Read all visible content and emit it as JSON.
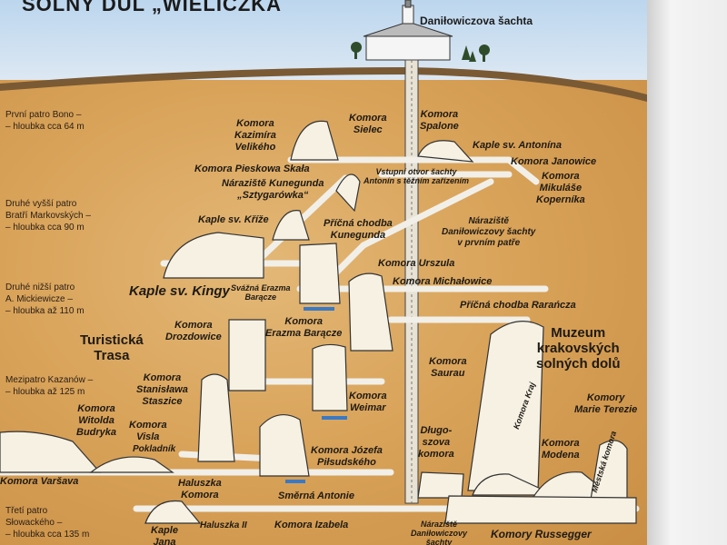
{
  "title": "SOLNÝ DŮL „WIELICZKA",
  "shaft_title": "Daniłowiczova šachta",
  "levels": [
    {
      "line1": "První patro Bono –",
      "line2": "– hloubka cca 64 m"
    },
    {
      "line1": "Druhé vyšší patro",
      "line2": "Bratří Markovských –",
      "line3": "– hloubka cca 90 m"
    },
    {
      "line1": "Druhé nižší patro",
      "line2": "A. Mickiewicze –",
      "line3": "– hloubka až 110 m"
    },
    {
      "line1": "Mezipatro Kazanów –",
      "line2": "– hloubka až 125 m"
    },
    {
      "line1": "Třetí patro",
      "line2": "Słowackého –",
      "line3": "– hloubka cca 135 m"
    }
  ],
  "labels": {
    "komora_kazimira": "Komora\nKazimíra\nVelikého",
    "komora_sielec": "Komora\nSielec",
    "komora_spalone": "Komora\nSpalone",
    "kaple_antonina": "Kaple sv. Antonína",
    "komora_janowice": "Komora Janowice",
    "komora_mikulase": "Komora\nMikuláše\nKoperníka",
    "komora_pieskowa": "Komora Pieskowa Skała",
    "narazisti_kunegunda": "Náraziště Kunegunda\n„Sztygarówka“",
    "vstupni_otvor": "Vstupní otvor šachty\nAntonín s těžním zařízením",
    "kaple_krize": "Kaple sv. Kříže",
    "pricna_kunegunda": "Příčná chodba\nKunegunda",
    "narazisti_danilowicz": "Náraziště\nDaniłowiczovy šachty\nv prvním patře",
    "komora_urszula": "Komora Urszula",
    "kaple_kingy": "Kaple sv. Kingy",
    "svazna_erazma": "Svážná Erazma\nBarącze",
    "komora_michalowice": "Komora Michałowice",
    "pricna_raranca": "Příčná chodba Rarańcza",
    "komora_drozdowice": "Komora\nDrozdowice",
    "komora_erazma": "Komora\nErazma Barącze",
    "turisticka_trasa": "Turistická\nTrasa",
    "muzeum": "Muzeum\nkrakovských\nsolných dolů",
    "komora_saurau": "Komora\nSaurau",
    "komora_stanislawa": "Komora\nStanisława\nStaszice",
    "komora_weimar": "Komora\nWeimar",
    "komora_marie": "Komory\nMarie Terezie",
    "komora_witolda": "Komora\nWitolda\nBudryka",
    "komora_visla": "Komora\nVisla",
    "pokladnik": "Pokladník",
    "dlugoszova": "Długo-\nszova\nkomora",
    "komora_krai": "Komora Kraj",
    "komora_modena": "Komora\nModena",
    "mestska_komora": "Městská komora",
    "komora_jozefa": "Komora Józefa\nPiłsudského",
    "komora_varsava": "Komora Varšava",
    "haluszka_komora": "Haluszka\nKomora",
    "smerna_antonie": "Směrná Antonie",
    "haluszka_ii": "Haluszka II",
    "komora_izabela": "Komora Izabela",
    "narazisti_danilowiczovy_sachty": "Náraziště\nDaniłowiczovy\nšachty",
    "komory_russegger": "Komory Russegger",
    "kaple_bottom": "Kaple\nJana"
  }
}
